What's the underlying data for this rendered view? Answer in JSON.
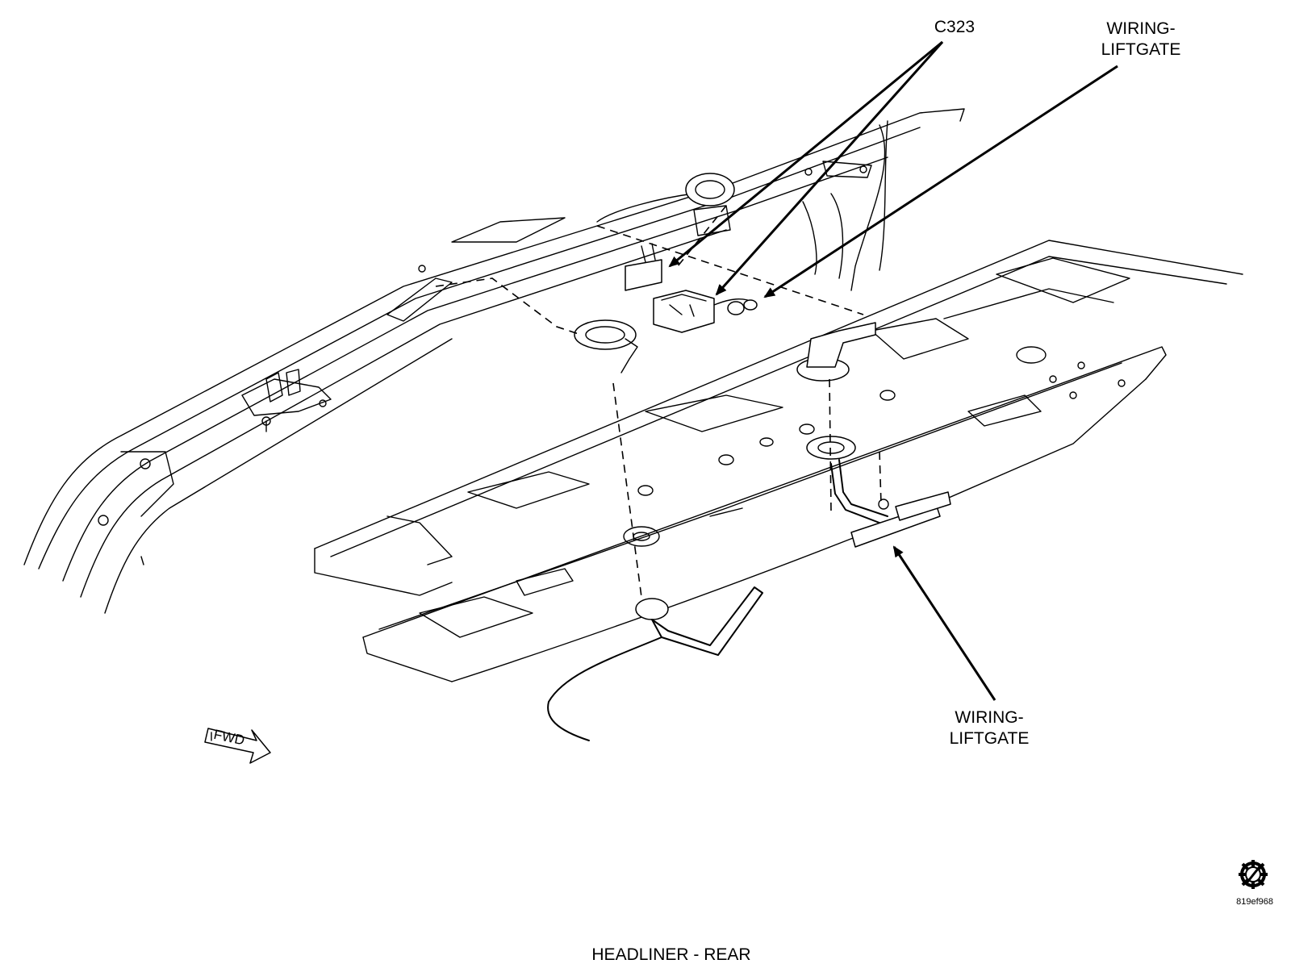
{
  "labels": {
    "connector": "C323",
    "wiring_top_line1": "WIRING-",
    "wiring_top_line2": "LIFTGATE",
    "wiring_bottom_line1": "WIRING-",
    "wiring_bottom_line2": "LIFTGATE",
    "fwd": "FWD"
  },
  "caption": "HEADLINER - REAR",
  "figure_id": "819ef968",
  "colors": {
    "line": "#000000",
    "background": "#ffffff"
  },
  "icons": {
    "fwd_arrow": "fwd-arrow-icon",
    "emblem": "gear-circle-icon"
  }
}
